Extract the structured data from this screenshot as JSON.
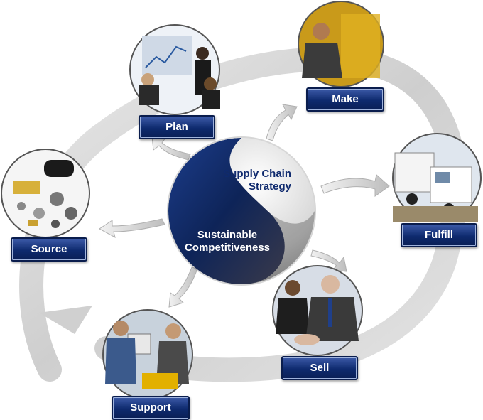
{
  "center": {
    "top_text": [
      "Supply Chain",
      "Strategy"
    ],
    "bottom_text": [
      "Sustainable",
      "Competitiveness"
    ]
  },
  "stages": {
    "plan": "Plan",
    "make": "Make",
    "fulfill": "Fulfill",
    "sell": "Sell",
    "support": "Support",
    "source": "Source"
  },
  "colors": {
    "label_fill": "#0e2a6e",
    "center_dark": "#0f2a6e",
    "center_light": "#d9d9d9",
    "ring": "#c8c8c8"
  }
}
